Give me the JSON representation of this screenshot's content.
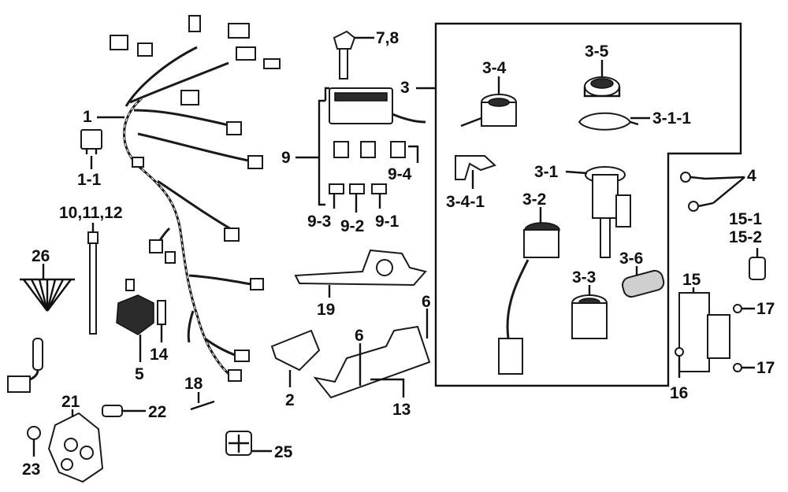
{
  "diagram": {
    "labels": {
      "l1": "1",
      "l1_1": "1-1",
      "l2": "2",
      "l3": "3",
      "l3_1": "3-1",
      "l3_1_1": "3-1-1",
      "l3_2": "3-2",
      "l3_3": "3-3",
      "l3_4": "3-4",
      "l3_4_1": "3-4-1",
      "l3_5": "3-5",
      "l3_6": "3-6",
      "l4": "4",
      "l5": "5",
      "l6a": "6",
      "l6b": "6",
      "l7_8": "7,8",
      "l9": "9",
      "l9_1": "9-1",
      "l9_2": "9-2",
      "l9_3": "9-3",
      "l9_4": "9-4",
      "l10_11_12": "10,11,12",
      "l13": "13",
      "l14": "14",
      "l15": "15",
      "l15_1": "15-1",
      "l15_2": "15-2",
      "l16": "16",
      "l17a": "17",
      "l17b": "17",
      "l18": "18",
      "l19": "19",
      "l21": "21",
      "l22": "22",
      "l23": "23",
      "l25": "25",
      "l26": "26"
    },
    "colors": {
      "ink": "#111111",
      "fill": "#ffffff",
      "shade": "#cfcfcf"
    }
  }
}
